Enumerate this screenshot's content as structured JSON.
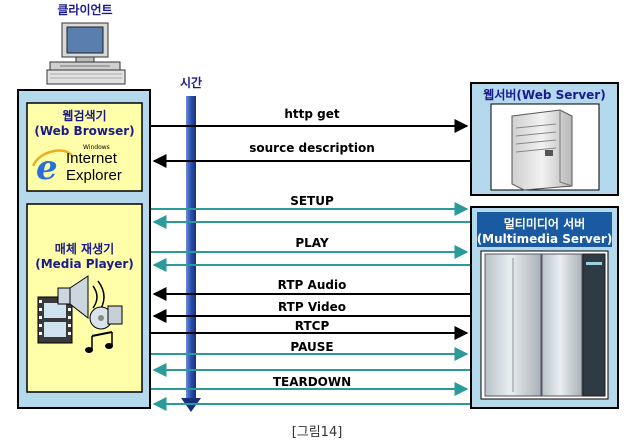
{
  "client_label": "클라이언트",
  "time_label": "시간",
  "browser": {
    "title_ko": "웹검색기",
    "title_en": "(Web Browser)",
    "ie_small": "Windows",
    "ie_line1": "Internet",
    "ie_line2": "Explorer"
  },
  "player": {
    "title_ko": "매체 재생기",
    "title_en": "(Media Player)"
  },
  "web_server": {
    "title": "웹서버(Web Server)"
  },
  "media_server": {
    "title_ko": "멀티미디어 서버",
    "title_en": "(Multimedia Server)"
  },
  "messages": [
    {
      "label": "http get",
      "direction": "to-server"
    },
    {
      "label": "source description",
      "direction": "to-client"
    },
    {
      "label": "SETUP",
      "direction": "exchange"
    },
    {
      "label": "PLAY",
      "direction": "exchange"
    },
    {
      "label": "RTP Audio",
      "direction": "to-client"
    },
    {
      "label": "RTP Video",
      "direction": "to-client"
    },
    {
      "label": "RTCP",
      "direction": "to-server"
    },
    {
      "label": "PAUSE",
      "direction": "exchange"
    },
    {
      "label": "TEARDOWN",
      "direction": "exchange"
    }
  ],
  "caption": "[그림14]",
  "colors": {
    "client_box": "#b4d8ec",
    "panel": "#ffffaa",
    "panel_text": "#1a1a8c",
    "teal_arrow": "#2a9a9a",
    "time_axis": "#2244aa",
    "server_label_bg": "#1a5aa0"
  }
}
